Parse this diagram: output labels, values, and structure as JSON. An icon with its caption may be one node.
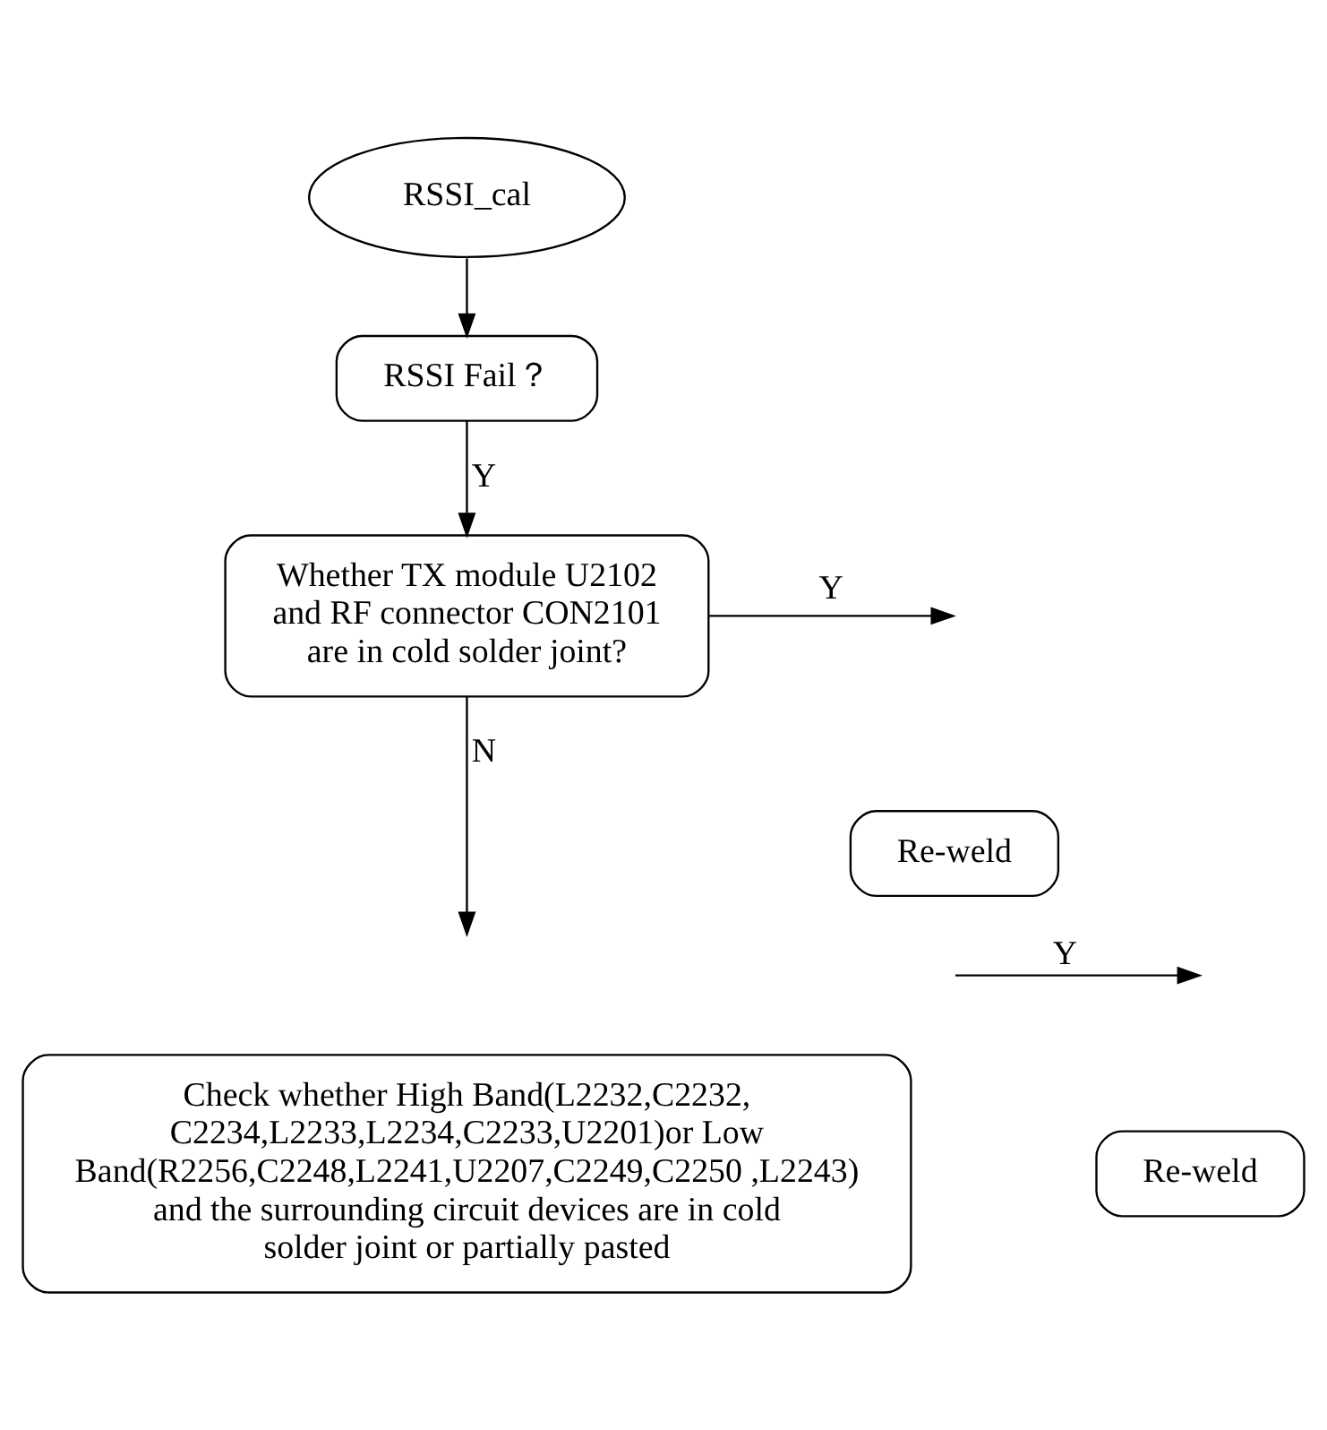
{
  "diagram": {
    "nodes": [
      {
        "text": [
          "RSSI_cal"
        ]
      },
      {
        "text": [
          "RSSI Fail？"
        ]
      },
      {
        "text": [
          "Whether TX module U2102 and RF connector CON2101 are in cold solder joint?"
        ]
      },
      {
        "text": [
          "Re-weld"
        ]
      },
      {
        "text": [
          "Check whether High Band(L2232,C2232, C2234,L2233,L2234,C2233,U2201)or Low Band(R2256,C2248,L2241,U2207,C2249,C2250 ,L2243) and the surrounding circuit devices are in cold solder joint or partially pasted"
        ]
      },
      {
        "text": [
          "Re-weld"
        ]
      }
    ],
    "edges": [
      {
        "from": 0,
        "to": 1,
        "arrow": "to"
      },
      {
        "from": 1,
        "to": 2,
        "arrow": "to",
        "label": "Y"
      },
      {
        "from": 2,
        "to": null,
        "arrow": "to",
        "label": "Y"
      },
      {
        "from": 2,
        "to": null,
        "arrow": "to",
        "label": "N"
      }
    ],
    "labels": [
      "Y"
    ]
  }
}
